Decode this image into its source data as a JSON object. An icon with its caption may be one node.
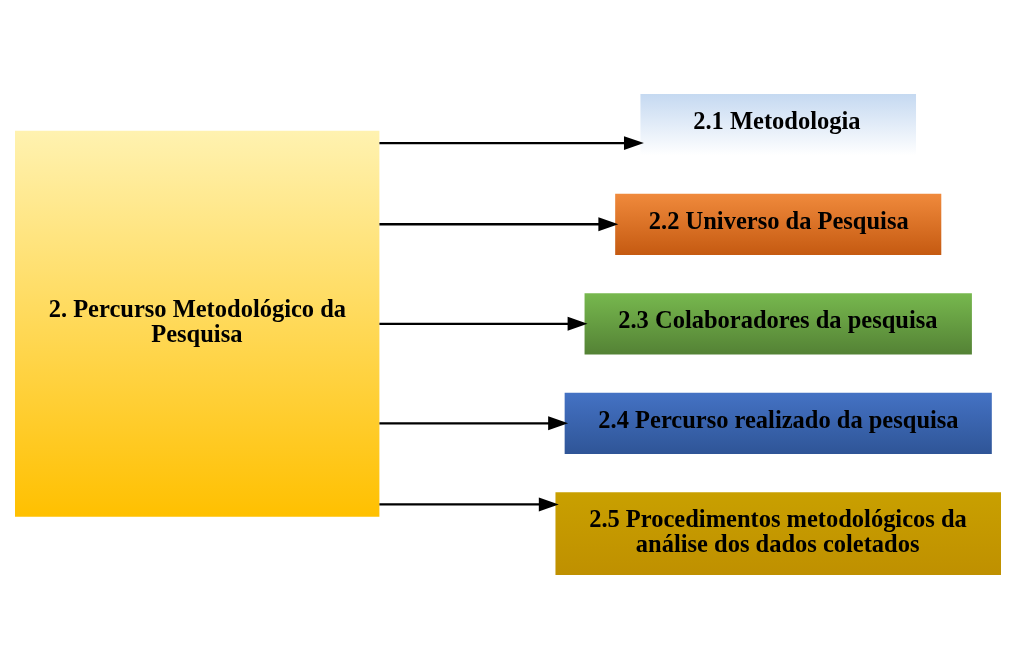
{
  "diagram": {
    "nodes": [
      {
        "text": [
          "2. Percurso Metodológico da Pesquisa"
        ]
      },
      {
        "text": [
          "2.1 Metodologia"
        ]
      },
      {
        "text": [
          "2.2 Universo da Pesquisa"
        ]
      },
      {
        "text": [
          "2.3 Colaboradores da pesquisa"
        ]
      },
      {
        "text": [
          "2.4 Percurso realizado da pesquisa"
        ]
      },
      {
        "text": [
          "2.5 Procedimentos metodológicos da análise dos dados coletados"
        ]
      }
    ],
    "edges": [
      {
        "from": 0,
        "to": 1,
        "arrow": "to"
      },
      {
        "from": 0,
        "to": 2,
        "arrow": "to"
      },
      {
        "from": 0,
        "to": 3,
        "arrow": "to"
      },
      {
        "from": 0,
        "to": 4,
        "arrow": "to"
      },
      {
        "from": 0,
        "to": 5,
        "arrow": "to"
      }
    ]
  }
}
